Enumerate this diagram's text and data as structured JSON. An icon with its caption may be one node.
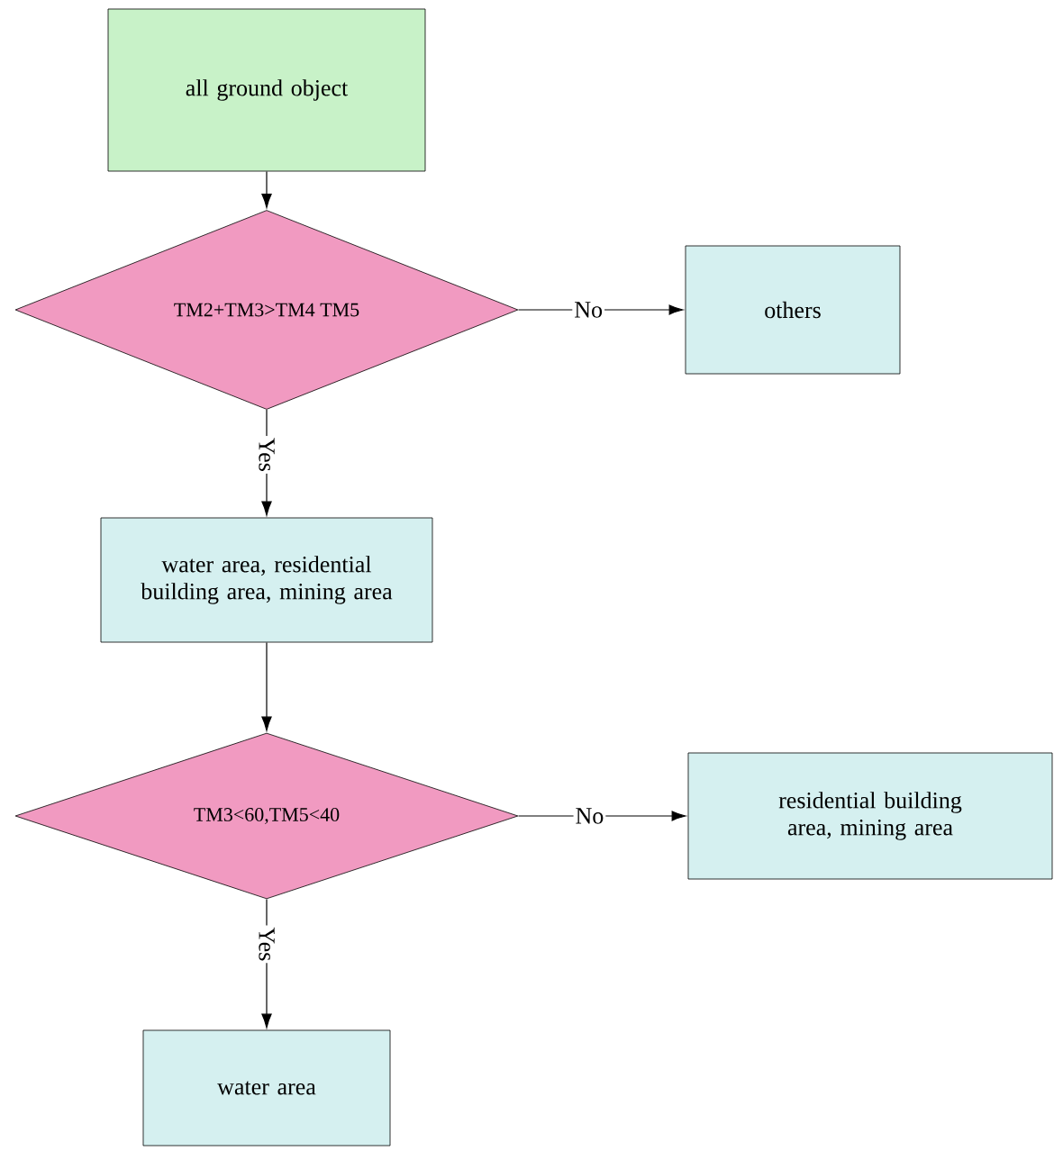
{
  "diagram": {
    "nodes": [
      {
        "text": [
          "all ground object"
        ]
      },
      {
        "text": [
          "TM2+TM3>TM4 TM5"
        ]
      },
      {
        "text": [
          "others"
        ]
      },
      {
        "text": [
          "water area, residential building area, mining area"
        ]
      },
      {
        "text": [
          "TM3<60,TM5<40"
        ]
      },
      {
        "text": [
          "residential building area, mining area"
        ]
      },
      {
        "text": [
          "water area"
        ]
      }
    ],
    "edges": [
      {
        "from": 0,
        "to": 1,
        "arrow": "to"
      },
      {
        "from": 1,
        "to": 2,
        "arrow": "to",
        "label": "No"
      },
      {
        "from": 1,
        "to": 3,
        "arrow": "to",
        "label": "Yes"
      },
      {
        "from": 3,
        "to": 4,
        "arrow": "to"
      },
      {
        "from": 4,
        "to": 5,
        "arrow": "to",
        "label": "No"
      },
      {
        "from": 4,
        "to": 6,
        "arrow": "to",
        "label": "Yes"
      }
    ]
  }
}
